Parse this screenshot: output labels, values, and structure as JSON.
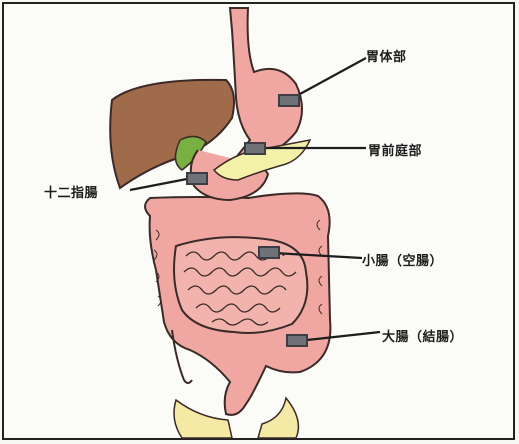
{
  "labels": {
    "gastric_body": "胃体部",
    "gastric_antrum": "胃前庭部",
    "duodenum": "十二指腸",
    "small_intestine": "小腸（空腸）",
    "large_intestine": "大腸（結腸）"
  },
  "colors": {
    "organ_pink": "#f0a7a1",
    "organ_outline": "#3a2a28",
    "liver": "#a06b4a",
    "gallbladder": "#79b042",
    "pancreas": "#f3f0a8",
    "pelvis": "#f5e9a6",
    "marker": "#6f7377"
  }
}
